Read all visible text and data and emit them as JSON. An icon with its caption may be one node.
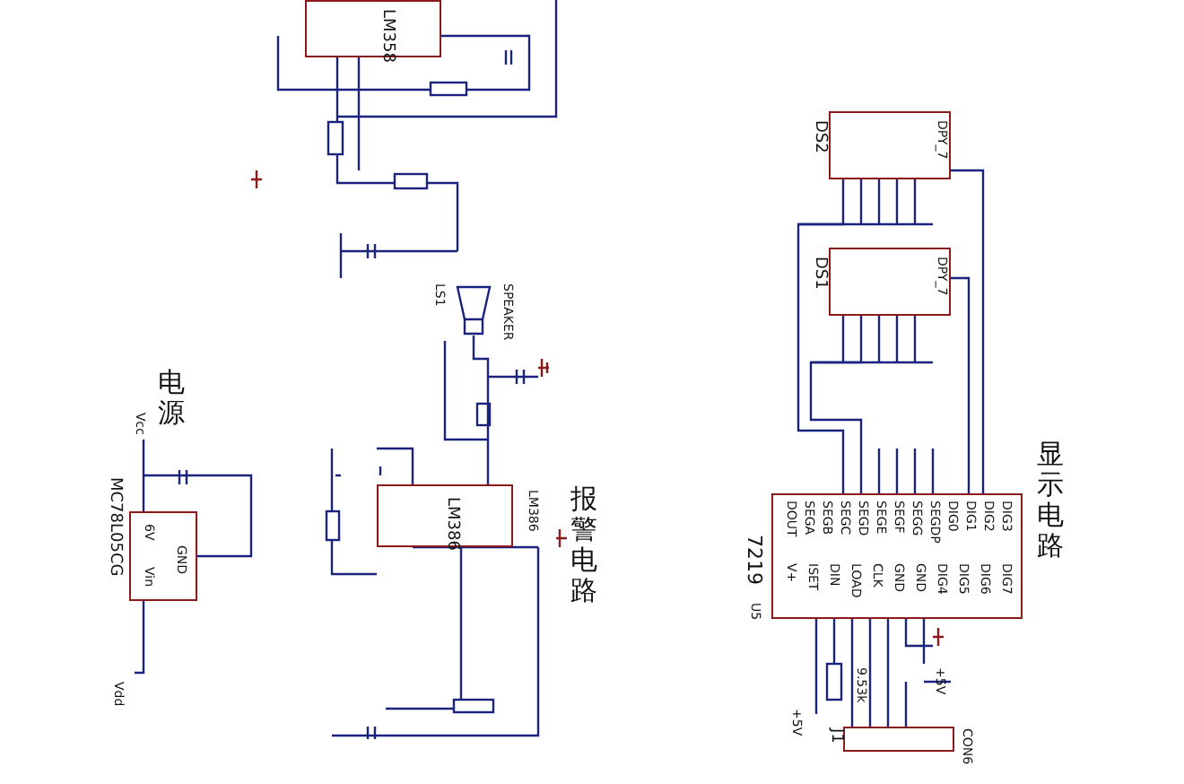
{
  "diagram": {
    "nodes": [
      {
        "text": [
          "LM358"
        ]
      },
      {
        "text": [
          "MC78L05CG",
          "Vin",
          "GND",
          "6V"
        ]
      },
      {
        "text": [
          "LM386",
          "LM386"
        ]
      },
      {
        "text": [],
        "shape": "picture",
        "beside": [
          "LS1",
          "SPEAKER"
        ]
      },
      {
        "text": [
          "DS2",
          "DPY_7"
        ]
      },
      {
        "text": [
          "DS1",
          "DPY_7"
        ]
      },
      {
        "text": [
          "7219",
          "DOUT",
          "SEGA",
          "SEGB",
          "SEGC",
          "SEGD",
          "SEGE",
          "SEGF",
          "SEGG",
          "SEGDP",
          "DIG0",
          "DIG1",
          "DIG2",
          "DIG3",
          "V+",
          "ISET",
          "DIN",
          "LOAD",
          "CLK",
          "GND",
          "GND",
          "DIG4",
          "DIG5",
          "DIG6",
          "DIG7"
        ],
        "beside": [
          "U5"
        ]
      },
      {
        "text": [
          "J1",
          "CON6"
        ]
      }
    ],
    "edges": [
      {
        "from": 4,
        "to": 6,
        "arrow": "none"
      },
      {
        "from": 5,
        "to": 6,
        "arrow": "none"
      },
      {
        "from": 4,
        "to": 6,
        "arrow": "none"
      },
      {
        "from": 5,
        "to": 6,
        "arrow": "none"
      },
      {
        "from": 6,
        "to": 7,
        "arrow": "none"
      },
      {
        "from": 6,
        "to": 7,
        "arrow": "none"
      },
      {
        "from": 6,
        "to": 7,
        "arrow": "none"
      },
      {
        "from": 2,
        "to": 3,
        "arrow": "none"
      }
    ],
    "labels": [
      "电源",
      "Vcc",
      "Vdd",
      "报警电路",
      "显示电路",
      "+5V",
      "+5V",
      "9.53k"
    ]
  }
}
